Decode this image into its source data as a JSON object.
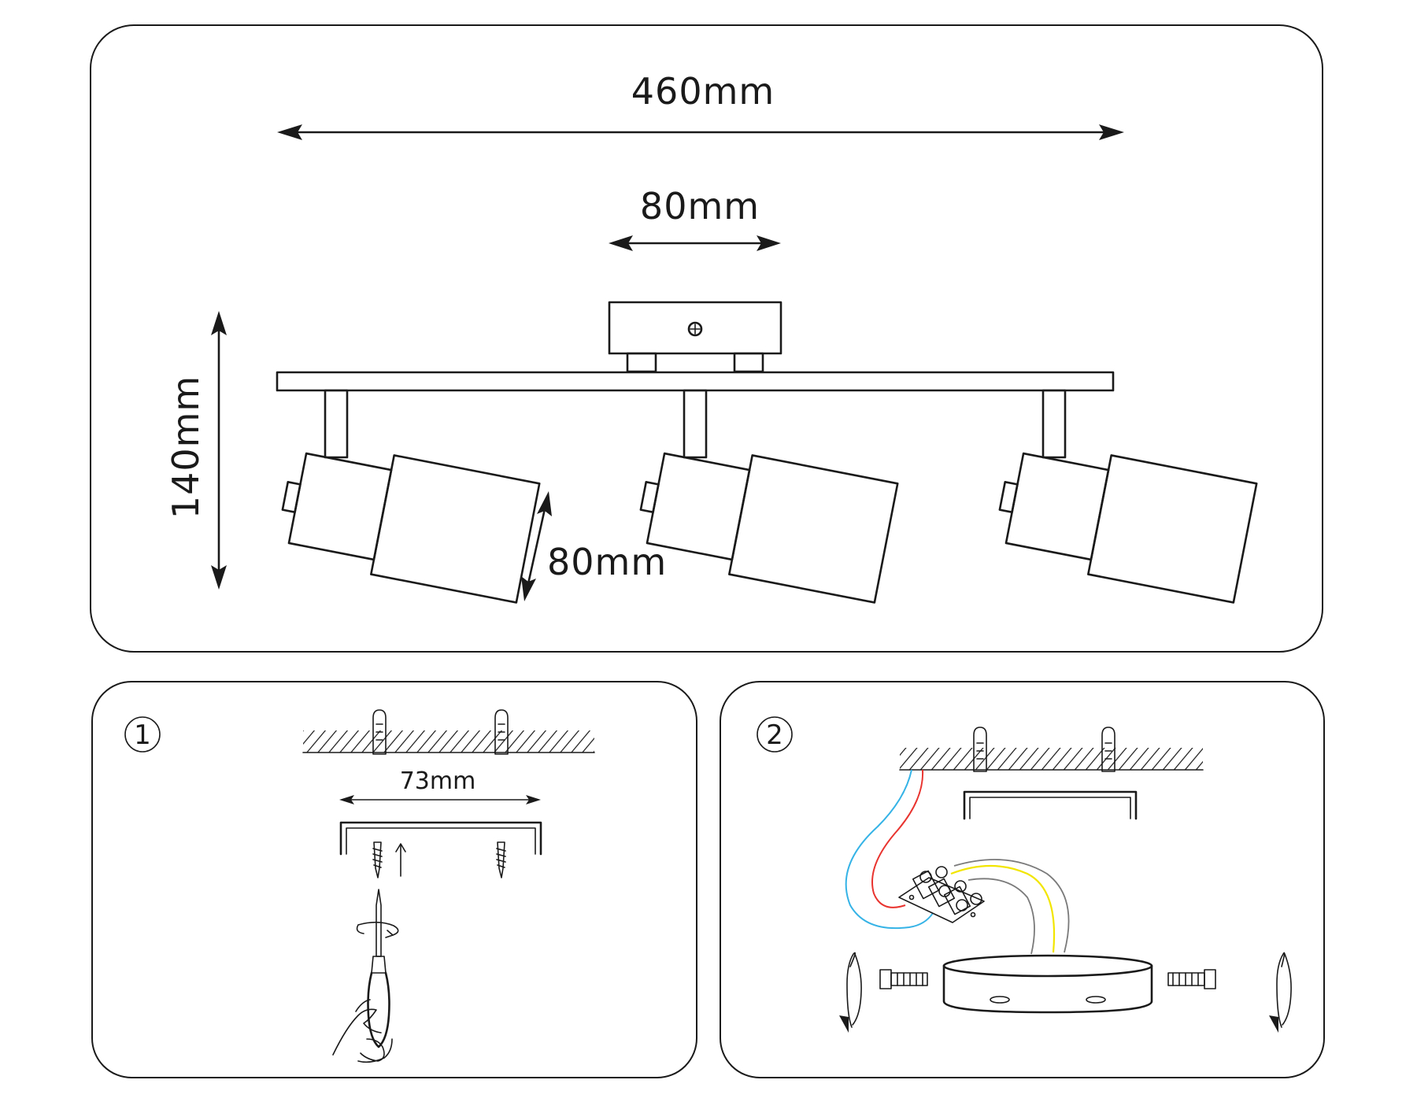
{
  "top_panel": {
    "overall_length": "460mm",
    "base_width": "80mm",
    "height": "140mm",
    "shade_size": "80mm"
  },
  "step1": {
    "number": "1",
    "spacing": "73mm"
  },
  "step2": {
    "number": "2"
  },
  "colors": {
    "line": "#1a1a1a",
    "wire_blue": "#35b3e6",
    "wire_red": "#e8332e",
    "wire_yellow": "#f2e600",
    "wire_gray": "#7a7a7a"
  }
}
